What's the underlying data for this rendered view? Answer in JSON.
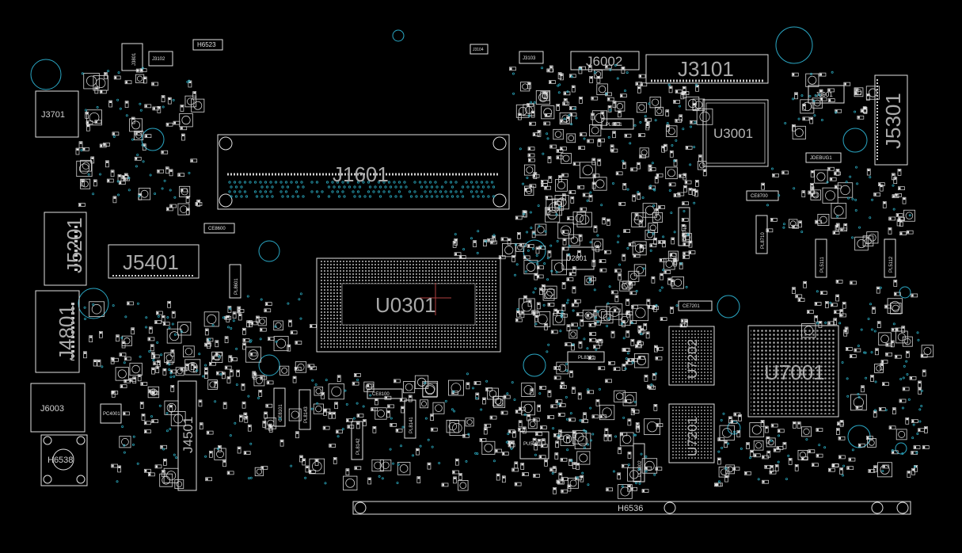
{
  "board": {
    "labels": {
      "J1601": "J1601",
      "U0301": "U0301",
      "J3101": "J3101",
      "U3001": "U3001",
      "J5301": "J5301",
      "J5401": "J5401",
      "J5201": "J5201",
      "J4801": "J4801",
      "J3701": "J3701",
      "J6003": "J6003",
      "J6002": "J6002",
      "J4501": "J4501",
      "U7001": "U7001",
      "U7202": "U7202",
      "U7201": "U7201",
      "U2801": "U2801",
      "H6536": "H6536",
      "H6538": "H6538",
      "H6523": "H6523",
      "J3801": "J3801",
      "J3102": "J3102",
      "J3103": "J3103",
      "J3104": "J3104",
      "J3901": "J3901",
      "JDEBUG1": "JDEBUG1",
      "PL8901": "PL8901",
      "PL8301": "PL8301",
      "CE7201": "CE7201",
      "CE8700": "CE8700",
      "CE8100": "CE8100",
      "CE8600": "CE8600",
      "PU5001": "PU5001",
      "PC4001": "PC4001",
      "PL5111": "PL5111",
      "PL5112": "PL5112",
      "PL8712": "PL8712",
      "PL8710": "PL8710",
      "PL8601": "PL8601",
      "PL8143": "PL8143",
      "PL8142": "PL8142",
      "PL8141": "PL8141",
      "PL5302": "PL5302",
      "CE8101": "CE8101"
    }
  }
}
